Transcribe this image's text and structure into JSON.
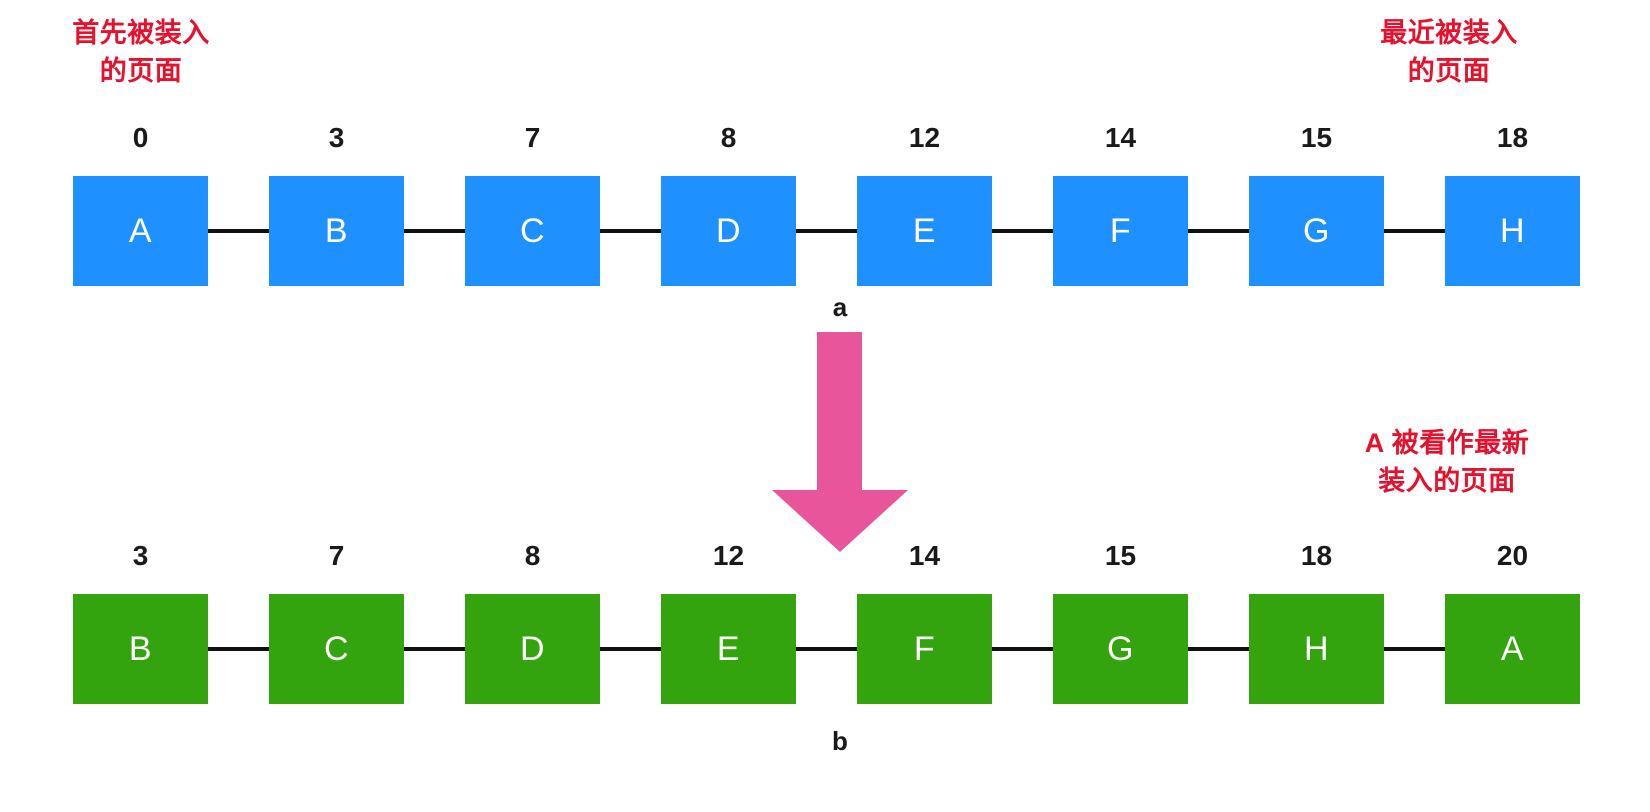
{
  "diagram": {
    "title_notes": {
      "top_left": "首先被装入\n的页面",
      "top_right": "最近被装入\n的页面",
      "middle_right": "A 被看作最新\n装入的页面"
    },
    "captions": {
      "before": "a",
      "after": "b"
    },
    "colors": {
      "blue": "#1e90ff",
      "green": "#33a40d",
      "pink": "#e8559b",
      "red": "#e8112d",
      "connector": "#111111",
      "label": "#ffffff"
    },
    "rows": [
      {
        "id": "before",
        "color": "blue",
        "cells": [
          {
            "number": "0",
            "label": "A"
          },
          {
            "number": "3",
            "label": "B"
          },
          {
            "number": "7",
            "label": "C"
          },
          {
            "number": "8",
            "label": "D"
          },
          {
            "number": "12",
            "label": "E"
          },
          {
            "number": "14",
            "label": "F"
          },
          {
            "number": "15",
            "label": "G"
          },
          {
            "number": "18",
            "label": "H"
          }
        ]
      },
      {
        "id": "after",
        "color": "green",
        "cells": [
          {
            "number": "3",
            "label": "B"
          },
          {
            "number": "7",
            "label": "C"
          },
          {
            "number": "8",
            "label": "D"
          },
          {
            "number": "12",
            "label": "E"
          },
          {
            "number": "14",
            "label": "F"
          },
          {
            "number": "15",
            "label": "G"
          },
          {
            "number": "18",
            "label": "H"
          },
          {
            "number": "20",
            "label": "A"
          }
        ]
      }
    ],
    "arrow": {
      "name": "down-arrow-icon",
      "direction": "down"
    }
  }
}
